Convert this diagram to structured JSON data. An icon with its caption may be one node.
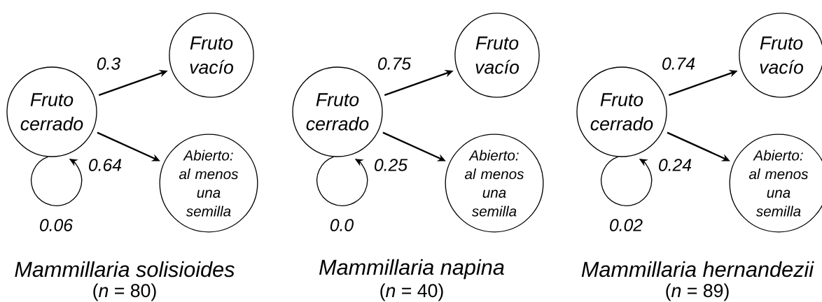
{
  "diagram": {
    "nodes": [
      {
        "text": [
          "Fruto cerrado"
        ]
      },
      {
        "text": [
          "Fruto vacío"
        ]
      },
      {
        "text": [
          "Abierto: al menos una semilla"
        ]
      },
      {
        "text": [
          "Fruto cerrado"
        ]
      },
      {
        "text": [
          "Fruto vacío"
        ]
      },
      {
        "text": [
          "Abierto: al menos una semilla"
        ]
      },
      {
        "text": [
          "Fruto cerrado"
        ]
      },
      {
        "text": [
          "Fruto vacío"
        ]
      },
      {
        "text": [
          "Abierto: al menos una semilla"
        ]
      }
    ],
    "edges": [
      {
        "from": 0,
        "to": 1,
        "arrow": "to",
        "label": "0.3"
      },
      {
        "from": 0,
        "to": 2,
        "arrow": "to",
        "label": "0.64"
      },
      {
        "from": 0,
        "to": 0,
        "arrow": "to",
        "label": "0.06"
      },
      {
        "from": 3,
        "to": 4,
        "arrow": "to",
        "label": "0.75"
      },
      {
        "from": 3,
        "to": 5,
        "arrow": "to",
        "label": "0.25"
      },
      {
        "from": 3,
        "to": 3,
        "arrow": "to",
        "label": "0.0"
      },
      {
        "from": 6,
        "to": 7,
        "arrow": "to",
        "label": "0.74"
      },
      {
        "from": 6,
        "to": 8,
        "arrow": "to",
        "label": "0.24"
      },
      {
        "from": 6,
        "to": 6,
        "arrow": "to",
        "label": "0.02"
      }
    ],
    "labels": [
      "Mammillaria solisioides",
      "Mammillaria napina",
      "Mammillaria hernandezii",
      "(*n* = 80)",
      "(*n* = 40)",
      "(*n* = 89)"
    ]
  }
}
